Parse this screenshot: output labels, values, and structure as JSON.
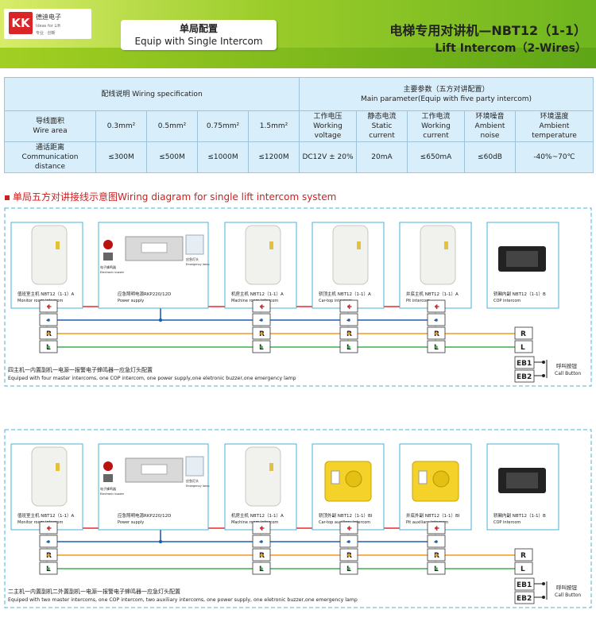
{
  "header": {
    "logo_mark": "KK",
    "logo_cn": "德迪电子",
    "logo_en1": "Ideas for Lift",
    "logo_en2": "专业 · 创新",
    "tag_cn": "单局配置",
    "tag_en": "Equip with Single Intercom",
    "title_cn": "电梯专用对讲机—NBT12（1-1）",
    "title_en": "Lift Intercom（2-Wires）"
  },
  "spec": {
    "wiring_title": "配线说明 Wiring specification",
    "main_title_cn": "主要参数（五方对讲配置）",
    "main_title_en": "Main parameter(Equip with  five party intercom)",
    "wire_area_cn": "导线面积",
    "wire_area_en": "Wire area",
    "comm_dist_cn": "通话距离",
    "comm_dist_en": "Communication distance",
    "areas": [
      "0.3mm²",
      "0.5mm²",
      "0.75mm²",
      "1.5mm²"
    ],
    "distances": [
      "≤300M",
      "≤500M",
      "≤1000M",
      "≤1200M"
    ],
    "param_headers": [
      {
        "cn": "工作电压",
        "en": "Working voltage"
      },
      {
        "cn": "静态电流",
        "en": "Static current"
      },
      {
        "cn": "工作电流",
        "en": "Working current"
      },
      {
        "cn": "环境噪音",
        "en": "Ambient noise"
      },
      {
        "cn": "环境温度",
        "en": "Ambient temperature"
      }
    ],
    "param_values": [
      "DC12V ± 20%",
      "20mA",
      "≤650mA",
      "≤60dB",
      "-40%~70℃"
    ]
  },
  "section_title": "单局五方对讲接线示意图Wiring diagram for single lift intercom system",
  "terminals": [
    "+",
    "-",
    "R",
    "L"
  ],
  "eb": [
    "EB1",
    "EB2"
  ],
  "call_button": {
    "cn": "呼叫按钮",
    "en": "Call Button"
  },
  "diagram1": {
    "devices": [
      {
        "cn": "值班室主机 NBT12（1-1）A",
        "en": "Monitor room intercom"
      },
      {
        "cn": "应急照明电源RKP220/12D",
        "en": "Power supply"
      },
      {
        "cn": "机房主机 NBT12（1-1）A",
        "en": "Machine room intercom"
      },
      {
        "cn": "轿顶主机 NBT12（1-1）A",
        "en": "Car-top intercom"
      },
      {
        "cn": "井底主机 NBT12（1-1）A",
        "en": "Pit intercom"
      },
      {
        "cn": "轿厢内副 NBT12（1-1）B",
        "en": "COP intercom"
      }
    ],
    "buzzer_label": "电子蜂鸣器",
    "buzzer_en": "Electronic buzzer",
    "lamp_label": "应急灯头",
    "lamp_en": "Emergency lamp",
    "caption_cn": "四主机一内置副机一电源一报警电子蜂鸣器一应急灯头配置",
    "caption_en": "Equiped with four master intercoms, one COP intercom, one power supply,one eletronic buzzer,one emergency lamp"
  },
  "diagram2": {
    "devices": [
      {
        "cn": "值班室主机 NBT12（1-1）A",
        "en": "Monitor room intercom"
      },
      {
        "cn": "应急照明电源RKP220/12D",
        "en": "Power supply"
      },
      {
        "cn": "机房主机 NBT12（1-1）A",
        "en": "Machine room intercom"
      },
      {
        "cn": "轿顶外副 NBT12（1-1）BI",
        "en": "Car-top auxiliary intercom"
      },
      {
        "cn": "井底外副 NBT12（1-1）BI",
        "en": "Pit auxiliary intercom"
      },
      {
        "cn": "轿厢内副 NBT12（1-1）B",
        "en": "COP intercom"
      }
    ],
    "buzzer_label": "电子蜂鸣器",
    "buzzer_en": "Electronic buzzer",
    "lamp_label": "应急灯头",
    "lamp_en": "Emergency lamp",
    "caption_cn": "二主机一内置副机二外置副机一电源一报警电子蜂鸣器一应急灯头配置",
    "caption_en": "Equiped with two  master intercoms, one COP intercom, two auxiliary intercoms, one power supply, one eletronic buzzer,one emergency lamp"
  },
  "colors": {
    "plus": "#e8282a",
    "minus": "#1d5fb5",
    "r": "#f49a1f",
    "l": "#3db04a",
    "box_border": "#4ab0d8",
    "dash": "#4ab0d8"
  }
}
